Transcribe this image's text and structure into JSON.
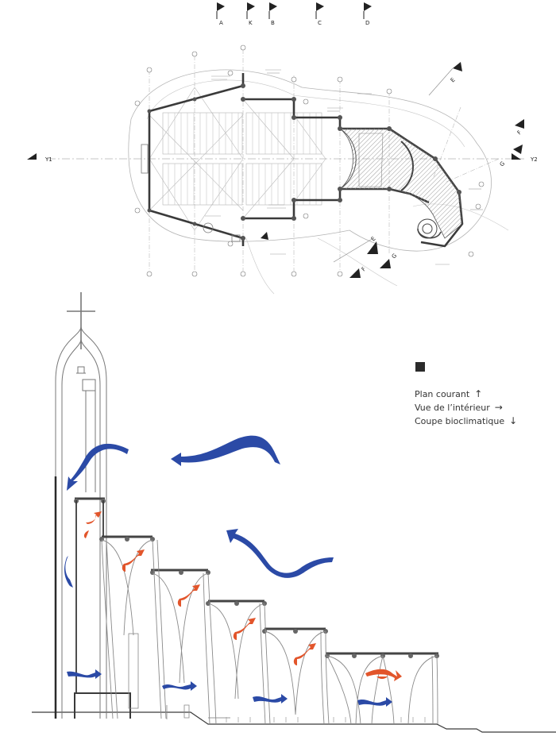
{
  "legend": {
    "items": [
      {
        "label": "Plan courant",
        "arrow": "↑"
      },
      {
        "label": "Vue de l’intérieur",
        "arrow": "→"
      },
      {
        "label": "Coupe bioclimatique",
        "arrow": "↓"
      }
    ]
  },
  "plan": {
    "section_markers": [
      "A",
      "K",
      "B",
      "C",
      "D"
    ],
    "axis_labels": [
      "Y1",
      "Y2"
    ],
    "right_markers": [
      "E",
      "F",
      "G"
    ],
    "bottom_markers": [
      "E",
      "F",
      "G"
    ]
  },
  "colors": {
    "cool_air": "#2b4aa6",
    "warm_air": "#e2552b",
    "line": "#3a3a3a",
    "light_line": "#9a9a9a",
    "hatch": "#bdbdbd"
  }
}
